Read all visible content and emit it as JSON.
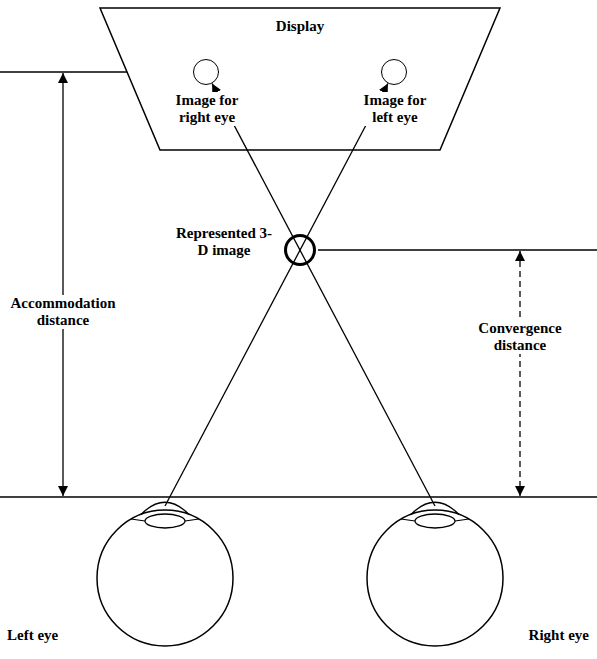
{
  "diagram": {
    "nodes": [
      {
        "text": [
          "Display"
        ]
      },
      {
        "text": [
          "Image for right eye"
        ],
        "in": 0
      },
      {
        "text": [
          "Image for left eye"
        ],
        "in": 0
      },
      {
        "text": [
          "Represented 3-D image"
        ]
      },
      {
        "text": [
          "Left eye"
        ]
      },
      {
        "text": [
          "Right eye"
        ]
      }
    ],
    "edges": [
      {
        "from": 4,
        "to": 2,
        "arrow": "to"
      },
      {
        "from": 5,
        "to": 1,
        "arrow": "to"
      }
    ],
    "labels": [
      "Accommodation distance",
      "Convergence distance"
    ]
  }
}
